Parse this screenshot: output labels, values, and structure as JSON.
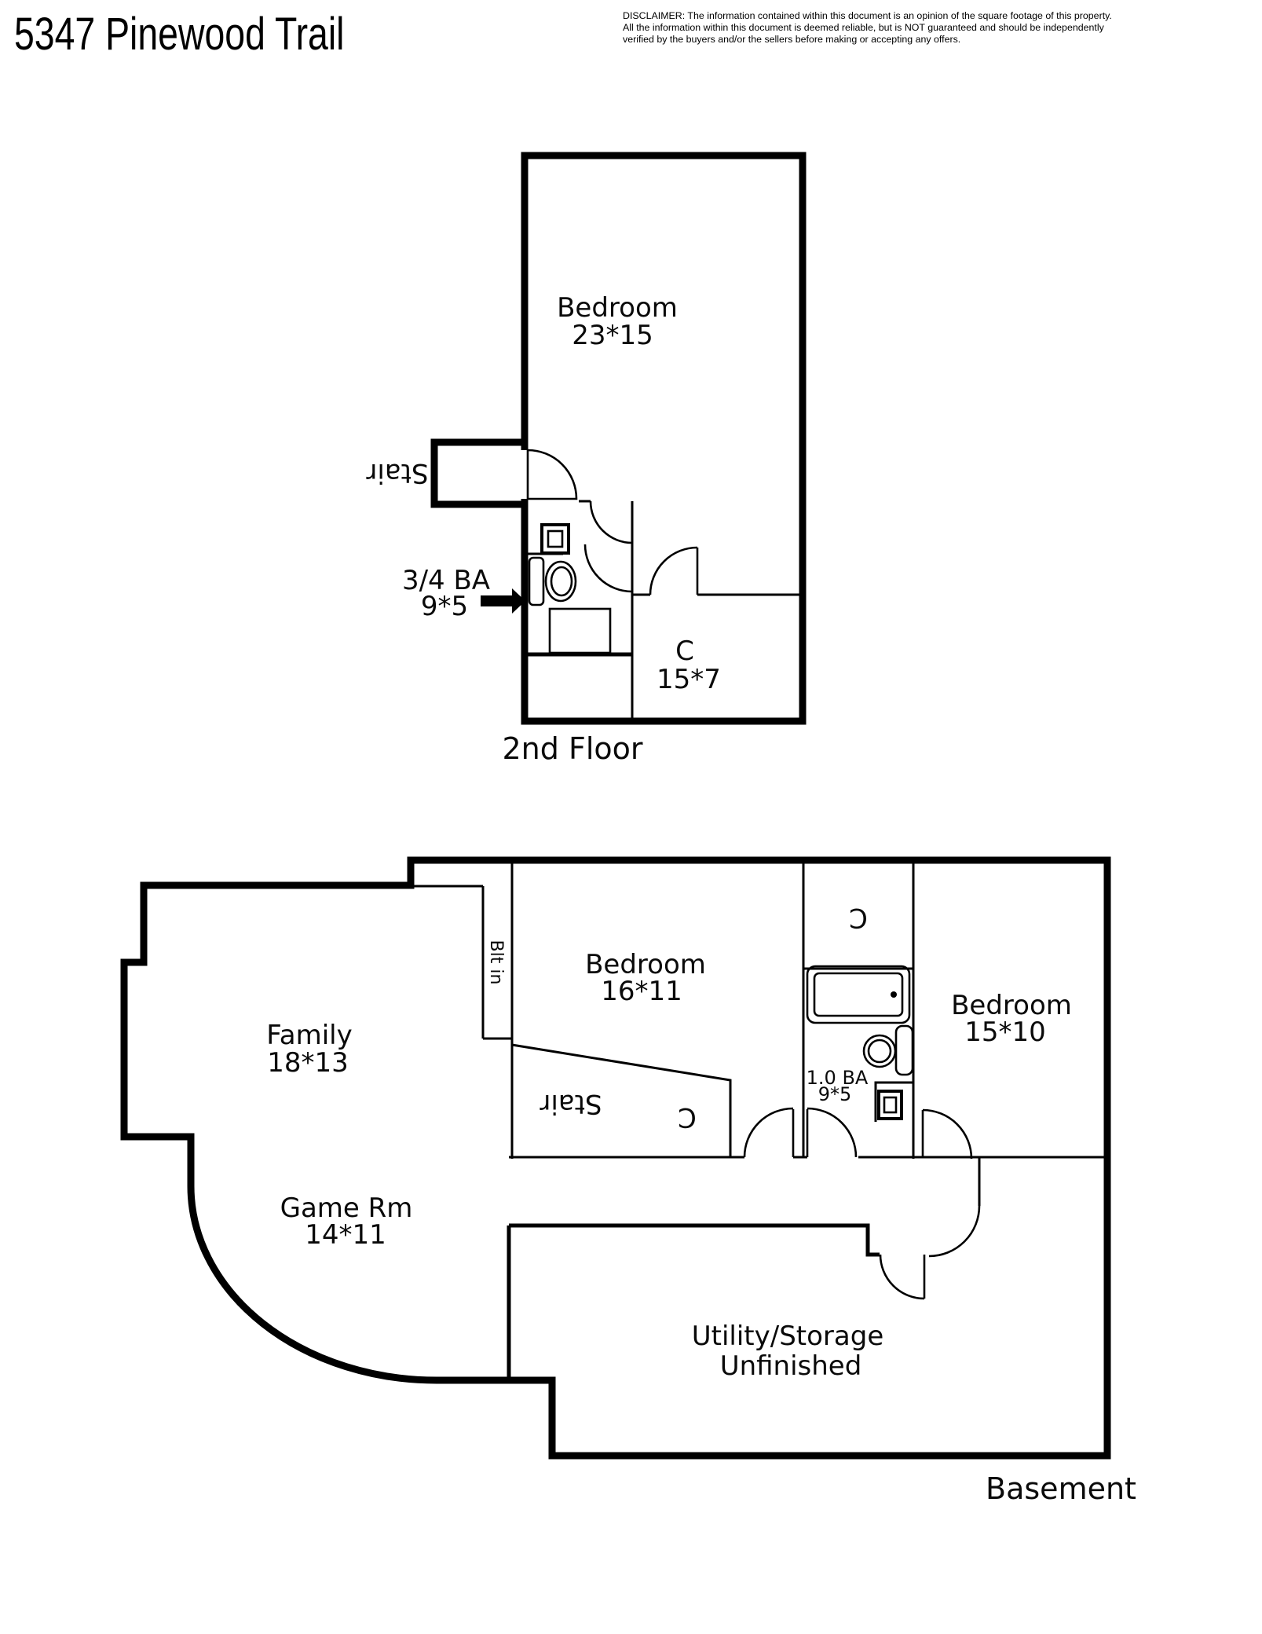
{
  "header": {
    "title": "5347 Pinewood Trail",
    "disclaimer_lines": [
      "DISCLAIMER: The information contained within this document is an opinion of the square footage of this property.",
      "All the information within this document is deemed reliable, but is NOT guaranteed and should be independently",
      "verified by the buyers and/or the sellers before making or accepting any offers."
    ]
  },
  "floors": {
    "second": {
      "name": "2nd Floor",
      "rooms": {
        "bedroom": {
          "label": "Bedroom",
          "dims": "23*15"
        },
        "stair": {
          "label": "Stair"
        },
        "bath": {
          "label": "3/4 BA",
          "dims": "9*5"
        },
        "closet": {
          "label": "C",
          "dims": "15*7"
        }
      }
    },
    "basement": {
      "name": "Basement",
      "rooms": {
        "family": {
          "label": "Family",
          "dims": "18*13"
        },
        "game_room": {
          "label": "Game Rm",
          "dims": "14*11"
        },
        "bedroom_16": {
          "label": "Bedroom",
          "dims": "16*11"
        },
        "bedroom_15": {
          "label": "Bedroom",
          "dims": "15*10"
        },
        "bath": {
          "label": "1.0 BA",
          "dims": "9*5"
        },
        "stair": {
          "label": "Stair"
        },
        "stair_closet": {
          "label": "C"
        },
        "closet": {
          "label": "C"
        },
        "built_in": {
          "label": "Blt in"
        },
        "utility": {
          "label": "Utility/Storage",
          "condition": "Unfinished"
        }
      }
    }
  }
}
